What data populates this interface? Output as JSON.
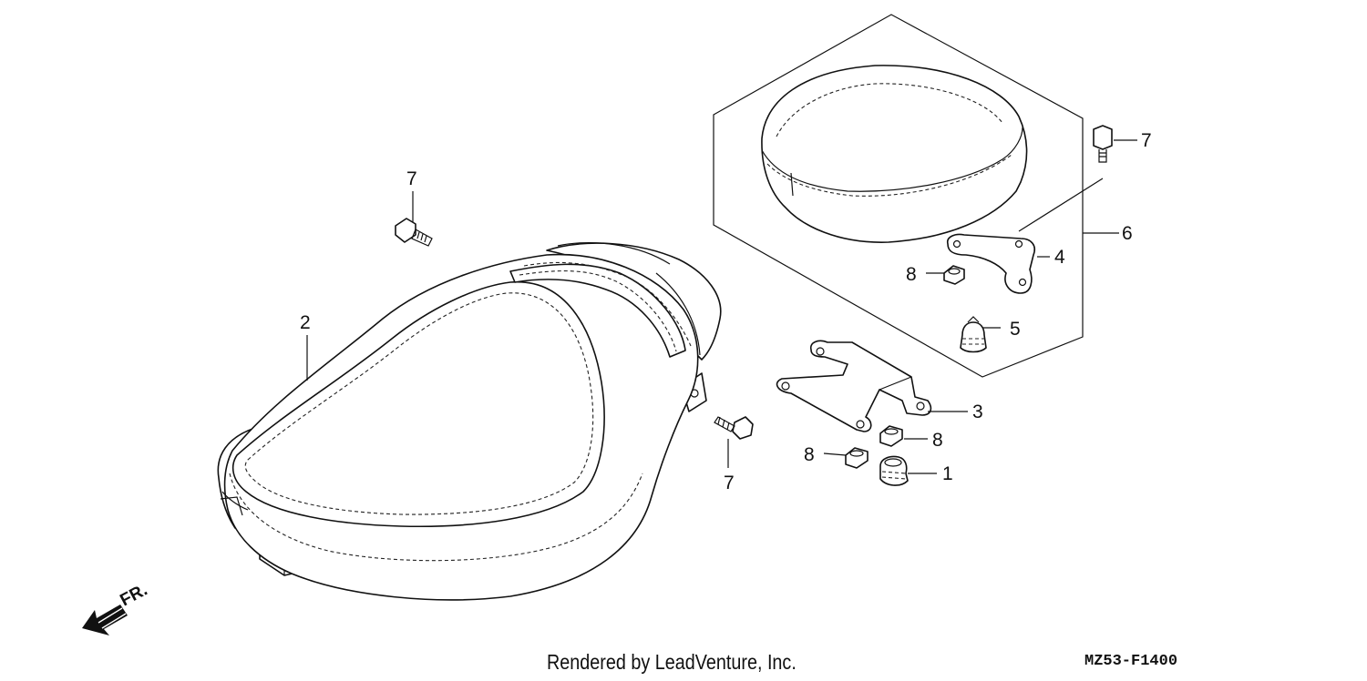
{
  "callouts": {
    "c1": "1",
    "c2": "2",
    "c3": "3",
    "c4": "4",
    "c5": "5",
    "c6": "6",
    "c7a": "7",
    "c7b": "7",
    "c7c": "7",
    "c8a": "8",
    "c8b": "8",
    "c8c": "8"
  },
  "direction_marker": "FR.",
  "footer": {
    "credit": "Rendered by LeadVenture, Inc.",
    "diagram_code": "MZ53-F1400"
  },
  "icons": [
    "front-direction-arrow-icon"
  ]
}
